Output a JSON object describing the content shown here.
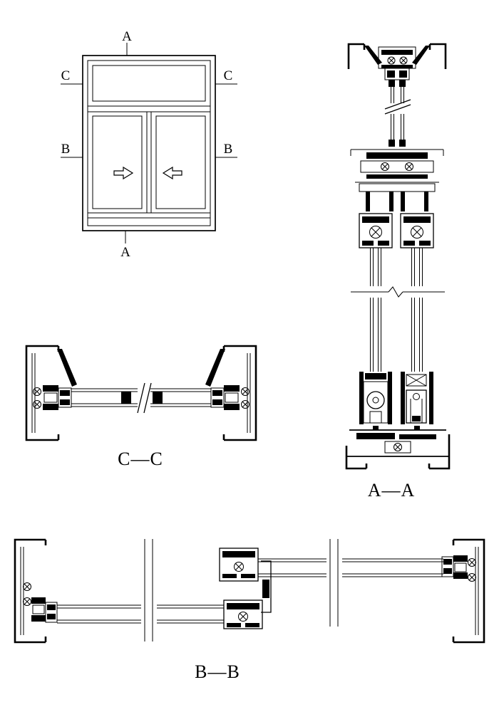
{
  "drawing": {
    "kind": "aluminium sliding window section drawing",
    "background_color": "#ffffff",
    "line_color": "#000000"
  },
  "elevation": {
    "marker_top": "A",
    "marker_bottom": "A",
    "marker_left_upper": "C",
    "marker_right_upper": "C",
    "marker_left_lower": "B",
    "marker_right_lower": "B",
    "left_sash_arrow_points": "right",
    "right_sash_arrow_points": "left"
  },
  "sections": {
    "cc_caption": "C—C",
    "aa_caption": "A—A",
    "bb_caption": "B—B"
  }
}
